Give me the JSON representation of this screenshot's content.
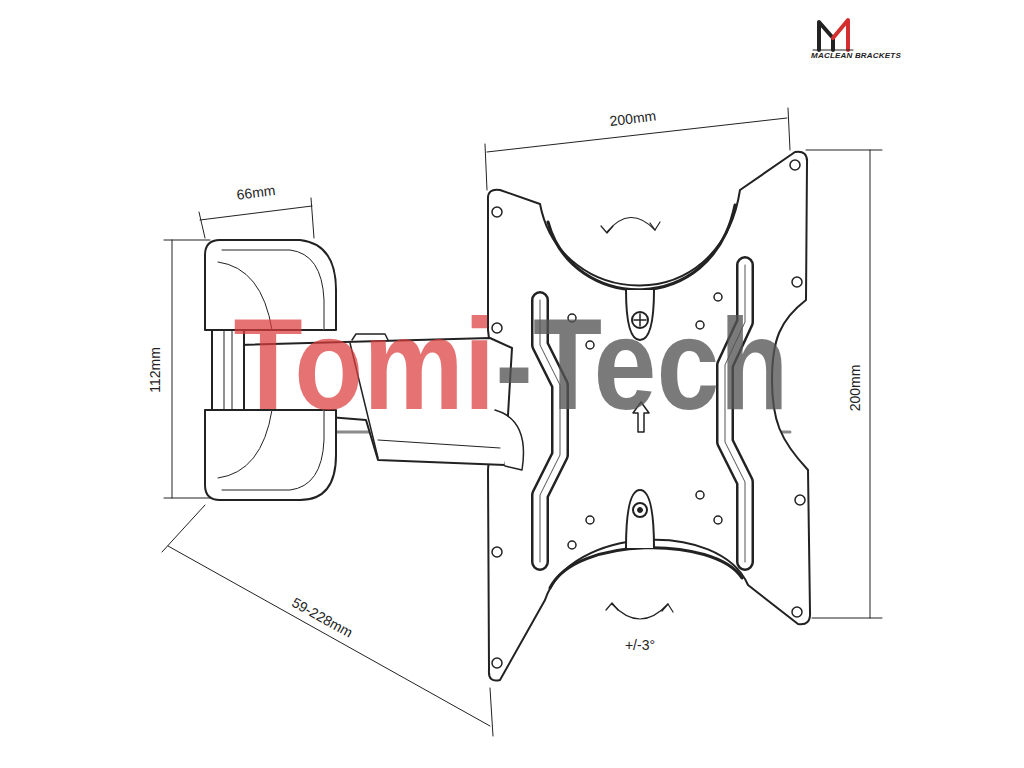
{
  "diagram": {
    "labels": [
      "MACLEAN BRACKETS",
      "200mm",
      "66mm",
      "112mm",
      "200mm",
      "59-228mm",
      "+/-3°",
      "Tomi-Tech"
    ]
  }
}
